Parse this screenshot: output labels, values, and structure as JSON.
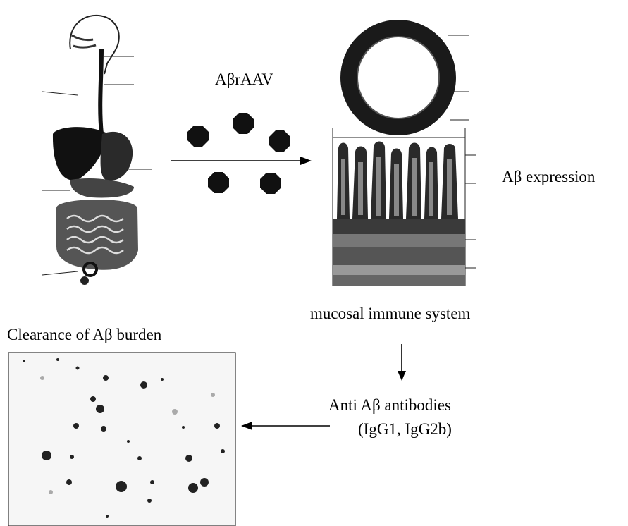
{
  "labels": {
    "vector": "AβrAAV",
    "expression": "Aβ expression",
    "mucosal": "mucosal immune system",
    "antibodies_line1": "Anti Aβ antibodies",
    "antibodies_line2": "(IgG1, IgG2b)",
    "clearance": "Clearance of Aβ burden"
  },
  "panels": {
    "digestive_system": "digestive-system-illustration",
    "intestine": "intestinal-cross-section-micrograph",
    "plaques": "brain-plaque-stain-micrograph"
  },
  "colors": {
    "ink": "#000000",
    "particle": "#111111",
    "tissue_dark": "#1a1a1a",
    "tissue_mid": "#555555"
  }
}
